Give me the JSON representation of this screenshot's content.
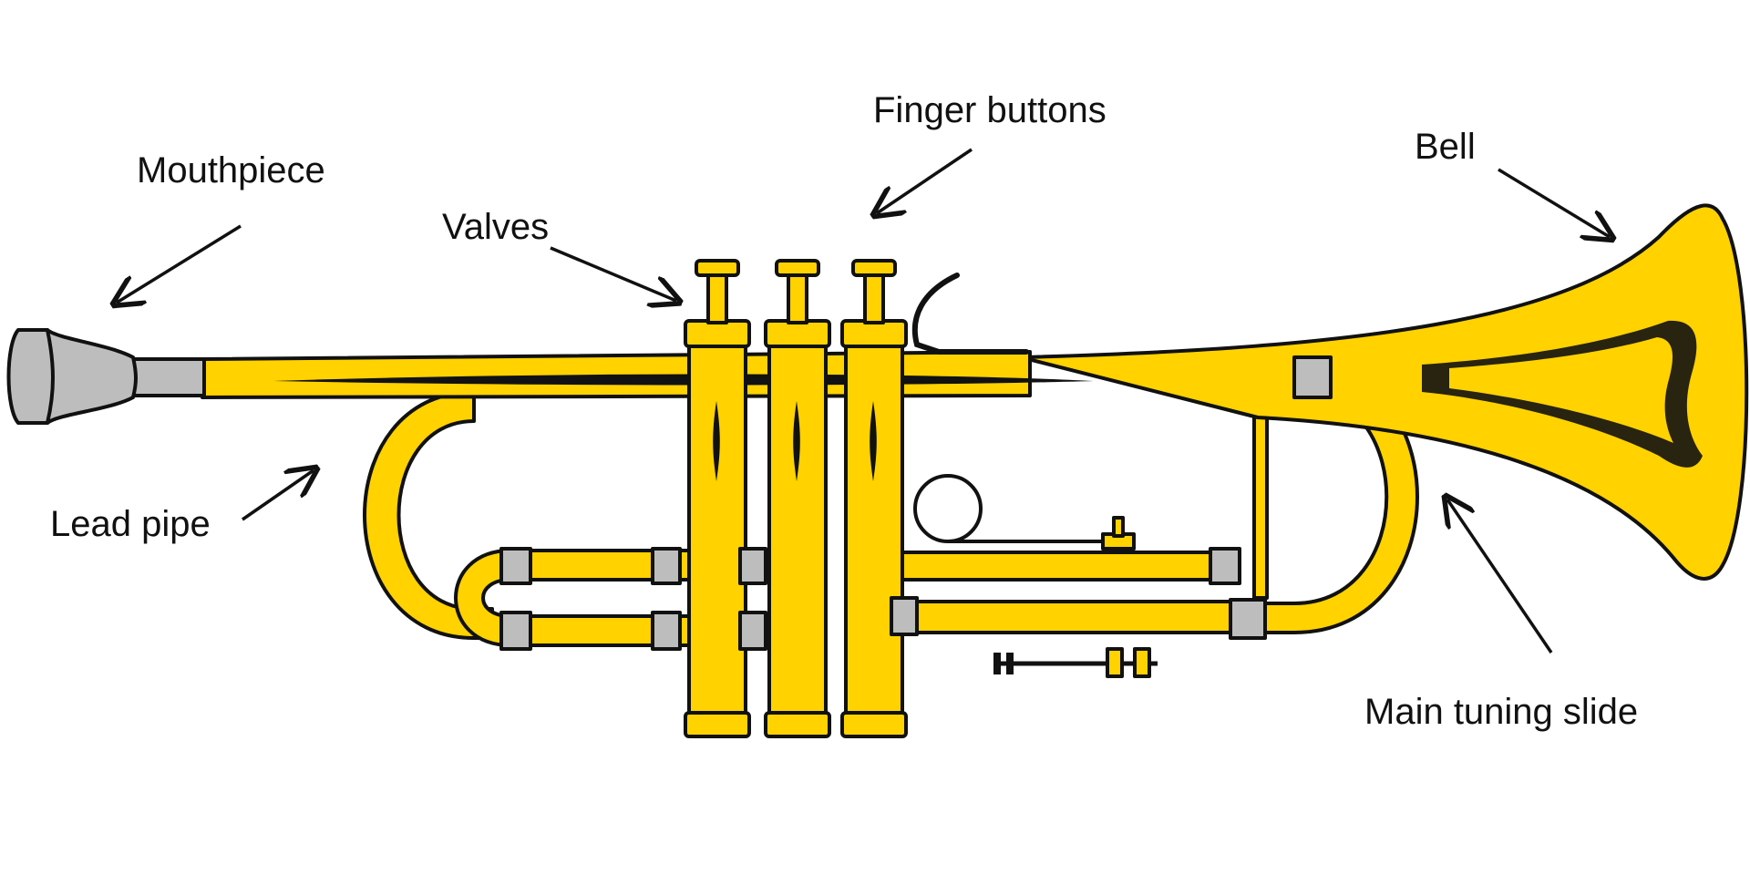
{
  "colors": {
    "brass": "#FFD200",
    "silver": "#BDBDBD",
    "outline": "#111111",
    "background": "#FFFFFF"
  },
  "labels": {
    "mouthpiece": "Mouthpiece",
    "valves": "Valves",
    "finger_buttons": "Finger buttons",
    "bell": "Bell",
    "lead_pipe": "Lead pipe",
    "main_tuning_slide": "Main tuning slide"
  }
}
